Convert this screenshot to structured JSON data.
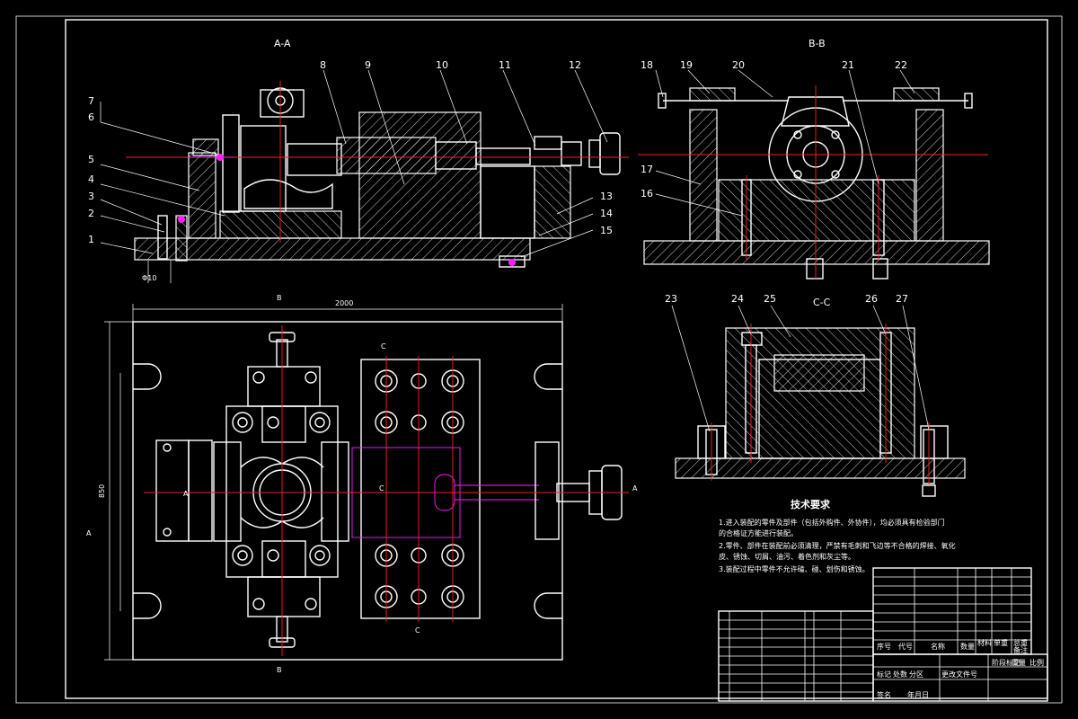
{
  "views": {
    "aa": "A-A",
    "bb": "B-B",
    "cc": "C-C"
  },
  "part_numbers": {
    "n1": "1",
    "n2": "2",
    "n3": "3",
    "n4": "4",
    "n5": "5",
    "n6": "6",
    "n7": "7",
    "n8": "8",
    "n9": "9",
    "n10": "10",
    "n11": "11",
    "n12": "12",
    "n13": "13",
    "n14": "14",
    "n15": "15",
    "n16": "16",
    "n17": "17",
    "n18": "18",
    "n19": "19",
    "n20": "20",
    "n21": "21",
    "n22": "22",
    "n23": "23",
    "n24": "24",
    "n25": "25",
    "n26": "26",
    "n27": "27"
  },
  "dimensions": {
    "width": "2000",
    "height": "850",
    "left_small": "Φ10"
  },
  "plan_marks": {
    "b_top": "B",
    "b_bottom": "B",
    "c_top": "C",
    "c_bottom": "C",
    "a_left": "A",
    "a_right": "A",
    "center_c": "C",
    "center_a": "A"
  },
  "tech_requirements": {
    "title": "技术要求",
    "lines": [
      "1.进入装配的零件及部件（包括外购件、外协件），均必须具有检验部门",
      "的合格证方能进行装配。",
      "2.零件、部件在装配前必须清理，严禁有毛刺和飞边等不合格的焊接、氧化",
      "皮、锈蚀、切屑、油污、着色剂和灰尘等。",
      "3.装配过程中零件不允许磕、碰、划伤和锈蚀。"
    ]
  },
  "title_block": {
    "header_cells": [
      "序号",
      "代号",
      "名称",
      "数量",
      "材料",
      "单重",
      "总重",
      "备注"
    ],
    "footer_cells": [
      "标记",
      "处数",
      "分区",
      "更改文件号",
      "签名",
      "年月日",
      "阶段标记",
      "重量",
      "比例"
    ]
  },
  "colors": {
    "background": "#000000",
    "outline": "#ffffff",
    "centerline": "#ff2020",
    "highlight": "#ff20ff"
  }
}
